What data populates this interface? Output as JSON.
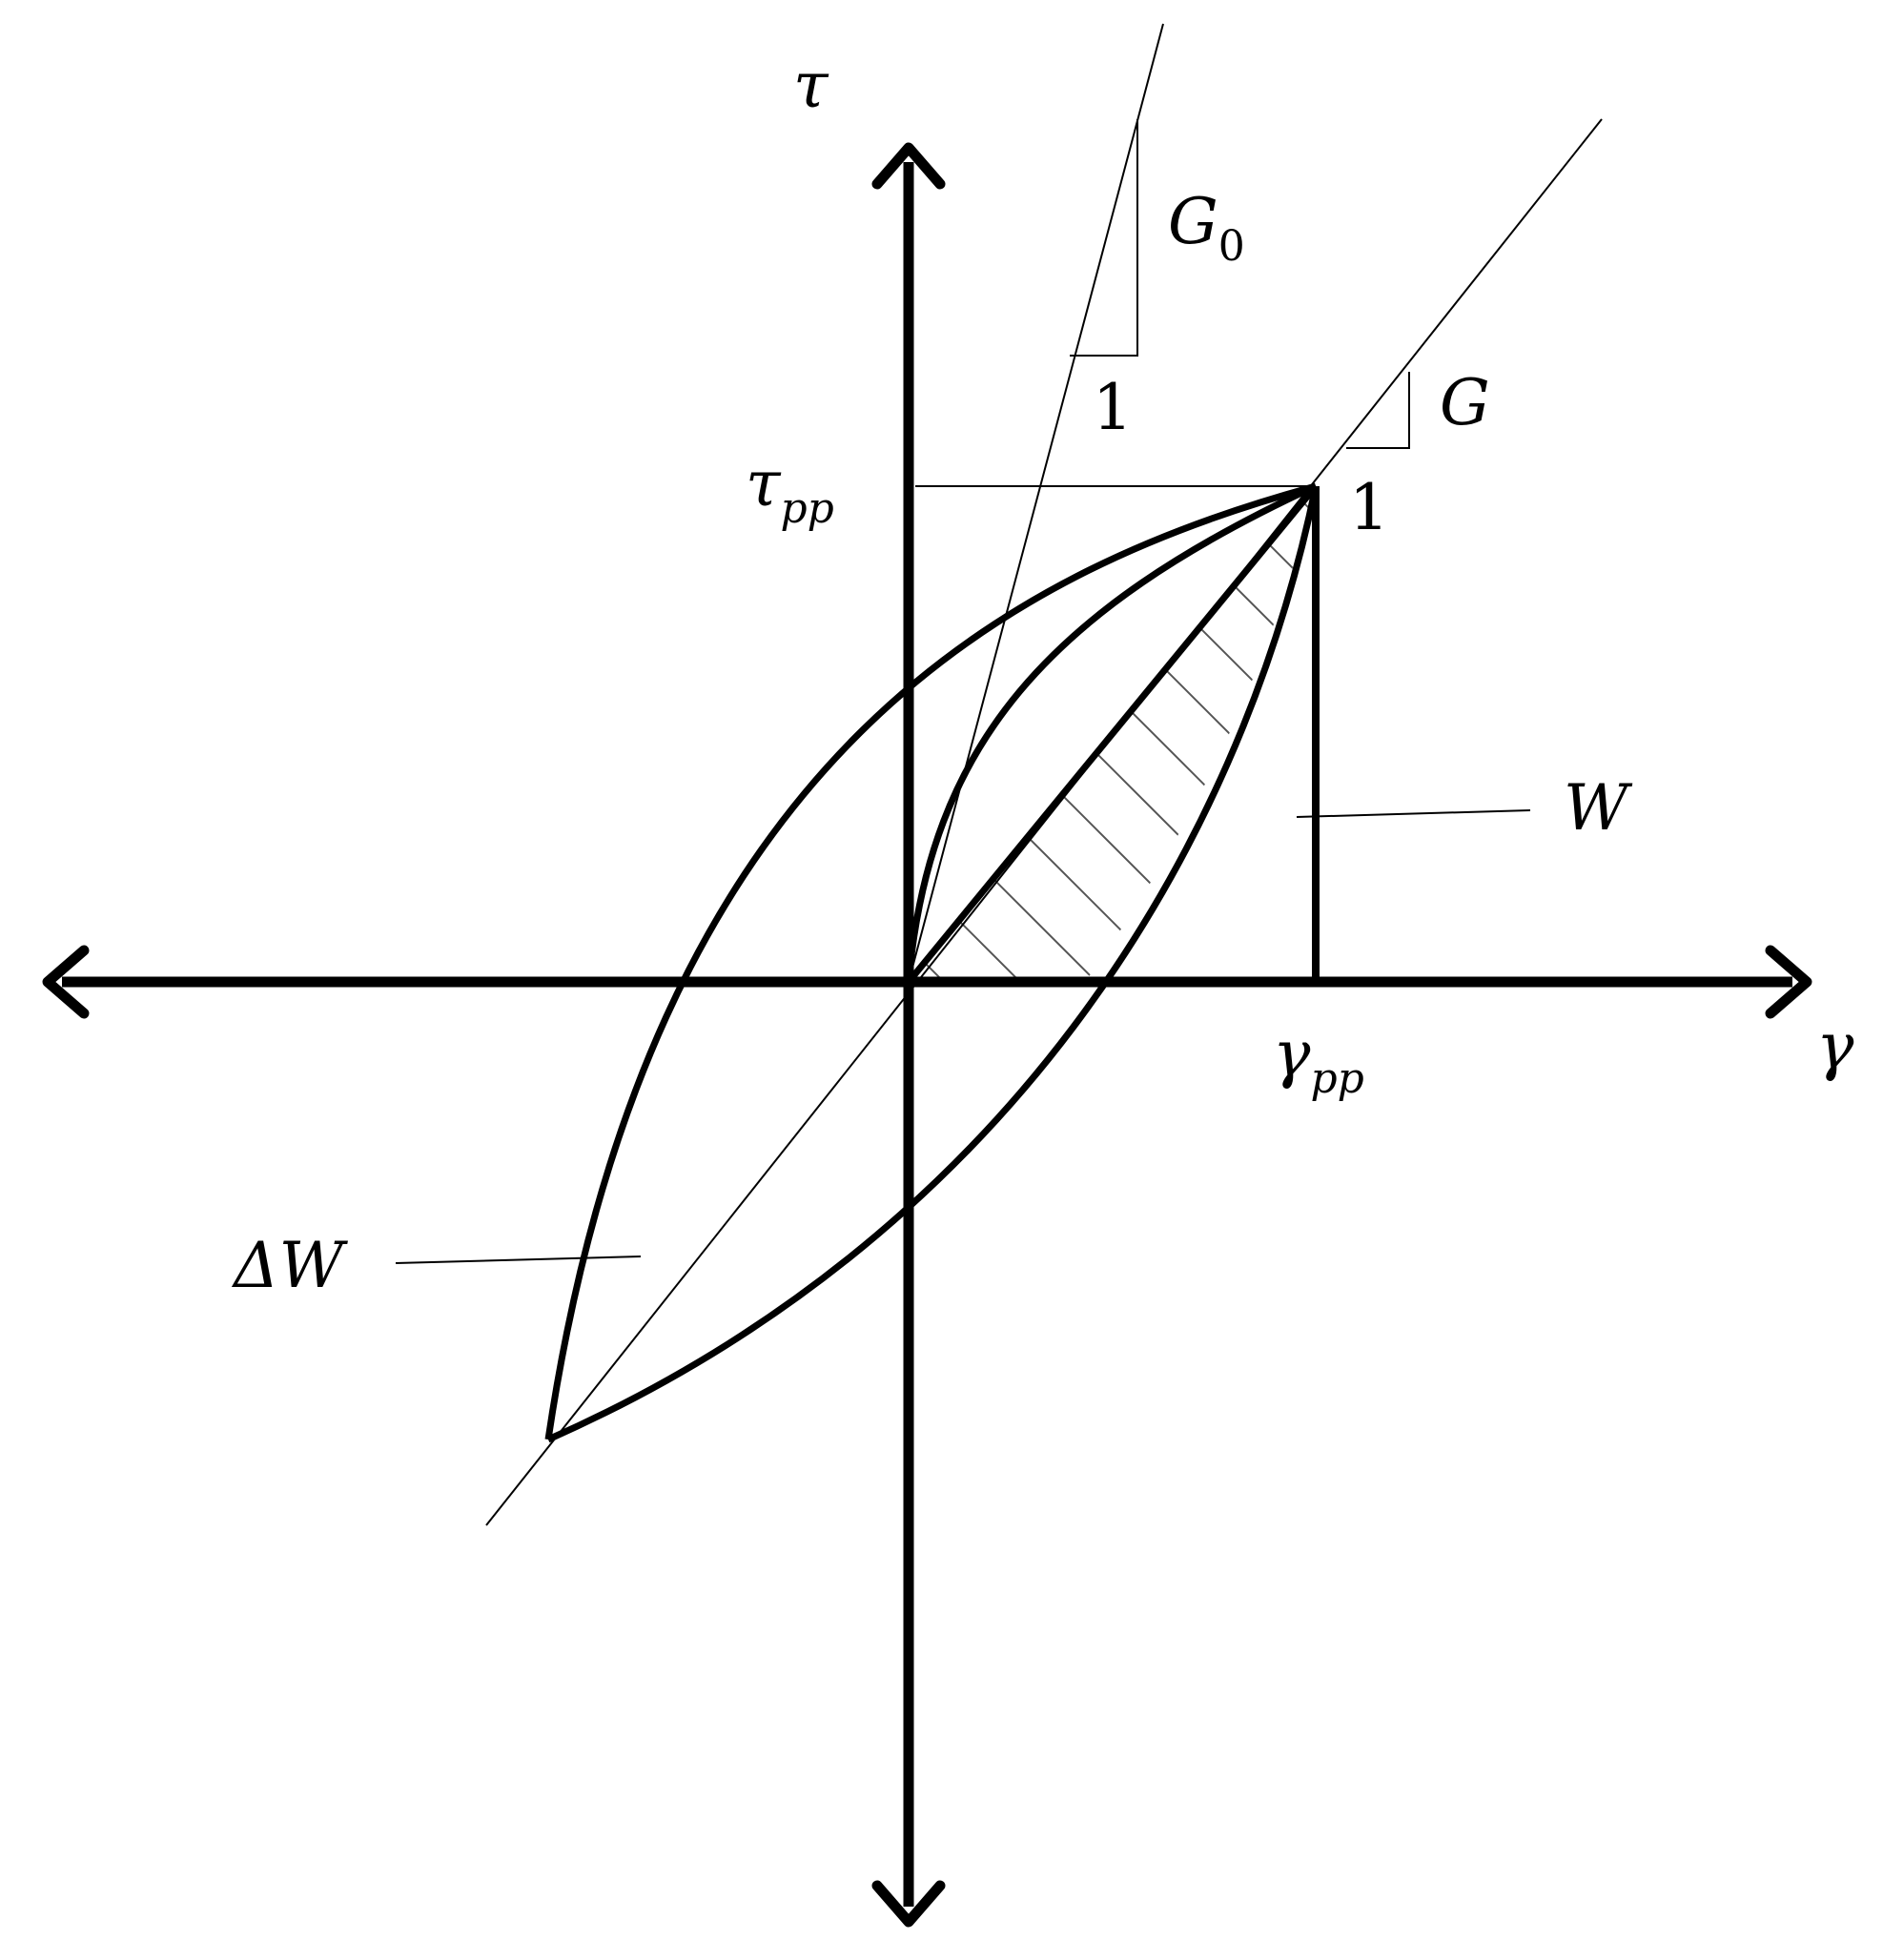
{
  "labels": {
    "tau_axis": "τ",
    "gamma_axis": "γ",
    "tau_pp_base": "τ",
    "tau_pp_sub": "pp",
    "gamma_pp_base": "γ",
    "gamma_pp_sub": "pp",
    "g0_base": "G",
    "g0_sub": "0",
    "g0_slope_unit": "1",
    "g": "G",
    "g_slope_unit": "1",
    "w": "W",
    "delta_w": "ΔW"
  },
  "colors": {
    "ink": "#000000",
    "background": "#ffffff"
  }
}
